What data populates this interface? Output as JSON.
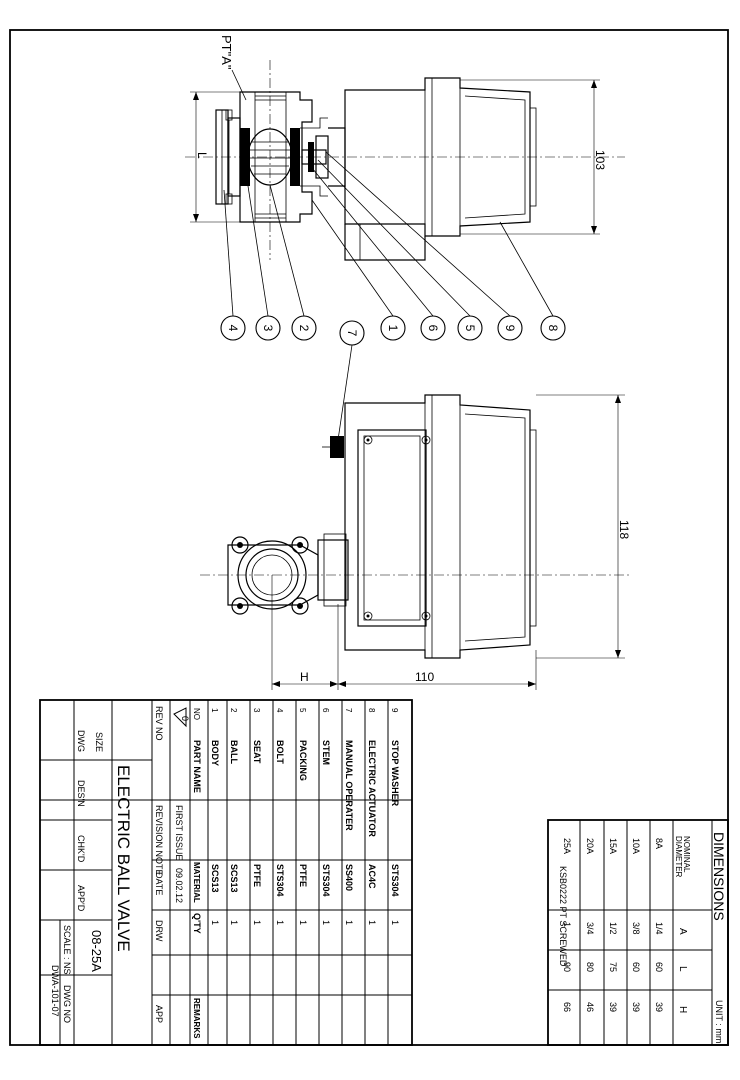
{
  "drawing": {
    "pt_label": "PT\"A\"",
    "dims": {
      "dim_l": "L",
      "dim_103": "103",
      "dim_118": "118",
      "dim_h": "H",
      "dim_110": "110"
    },
    "balloons": [
      "4",
      "3",
      "2",
      "7",
      "1",
      "6",
      "5",
      "9",
      "8"
    ]
  },
  "parts": {
    "header": {
      "no": "NO",
      "part_name": "PART NAME",
      "material": "MATERIAL",
      "qty": "Q'TY",
      "remarks": "REMARKS"
    },
    "rows": [
      {
        "no": "9",
        "name": "STOP WASHER",
        "material": "STS304",
        "qty": "1"
      },
      {
        "no": "8",
        "name": "ELECTRIC ACTUATOR",
        "material": "AC4C",
        "qty": "1"
      },
      {
        "no": "7",
        "name": "MANUAL OPERATER",
        "material": "SS400",
        "qty": "1"
      },
      {
        "no": "6",
        "name": "STEM",
        "material": "STS304",
        "qty": "1"
      },
      {
        "no": "5",
        "name": "PACKING",
        "material": "PTFE",
        "qty": "1"
      },
      {
        "no": "4",
        "name": "BOLT",
        "material": "STS304",
        "qty": "1"
      },
      {
        "no": "3",
        "name": "SEAT",
        "material": "PTFE",
        "qty": "1"
      },
      {
        "no": "2",
        "name": "BALL",
        "material": "SCS13",
        "qty": "1"
      },
      {
        "no": "1",
        "name": "BODY",
        "material": "SCS13",
        "qty": "1"
      }
    ]
  },
  "revision": {
    "rev_mark": "0",
    "first_issue": "FIRST  ISSUE",
    "first_date": "09.02.12",
    "header": {
      "rev_no": "REV NO",
      "note": "REVISION  NOTE",
      "date": "DATE",
      "drw": "DRW",
      "app": "APP"
    }
  },
  "title_block": {
    "title": "ELECTRIC   BALL   VALVE",
    "size_label": "SIZE",
    "size_value": "08-25A",
    "dwg": "DWG",
    "desn": "DES'N",
    "chkd": "CHK'D",
    "appd": "APP'D",
    "scale": "SCALE :  NS",
    "dwg_no_label": "DWG  NO",
    "dwg_no": "DWA-101-07"
  },
  "dimensions_table": {
    "title": "DIMENSIONS",
    "unit": "UNIT : mm",
    "headers": [
      "NOMINAL DIAMETER",
      "A",
      "L",
      "H"
    ],
    "rows": [
      [
        "8A",
        "1/4",
        "60",
        "39"
      ],
      [
        "10A",
        "3/8",
        "60",
        "39"
      ],
      [
        "15A",
        "1/2",
        "75",
        "39"
      ],
      [
        "20A",
        "3/4",
        "80",
        "46"
      ],
      [
        "25A",
        "1",
        "90",
        "66"
      ]
    ],
    "note": "KSB0222 PT SCREWED"
  }
}
